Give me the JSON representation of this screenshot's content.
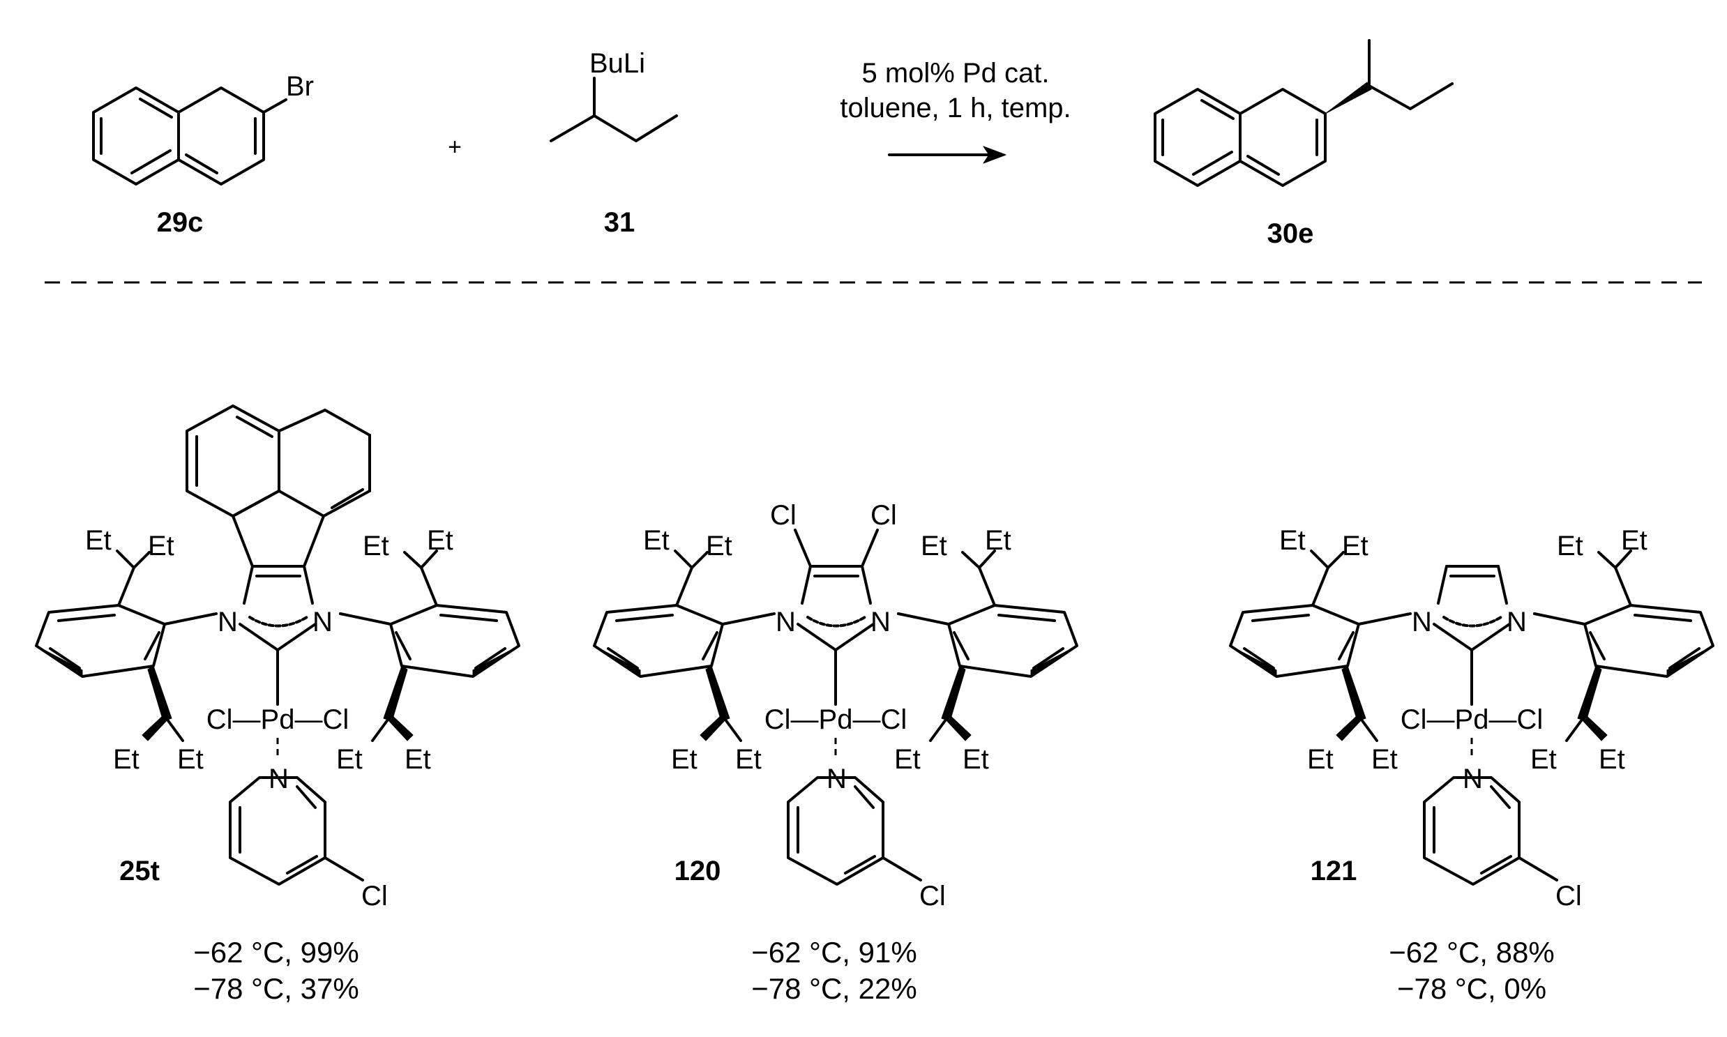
{
  "reaction": {
    "substrate": {
      "label": "29c",
      "atom_br": "Br"
    },
    "plus": "+",
    "reagent": {
      "label": "31",
      "atom_buli": "BuLi"
    },
    "conditions": {
      "line1": "5 mol% Pd cat.",
      "line2": "toluene, 1 h, temp."
    },
    "product": {
      "label": "30e"
    }
  },
  "atoms": {
    "et": "Et",
    "n": "N",
    "cl": "Cl",
    "pd": "Pd",
    "clpdcl": "Cl—Pd—Cl"
  },
  "catalysts": [
    {
      "label": "25t",
      "result1": "−62 °C, 99%",
      "result2": "−78 °C, 37%"
    },
    {
      "label": "120",
      "result1": "−62 °C, 91%",
      "result2": "−78 °C, 22%"
    },
    {
      "label": "121",
      "result1": "−62 °C, 88%",
      "result2": "−78 °C, 0%"
    }
  ]
}
